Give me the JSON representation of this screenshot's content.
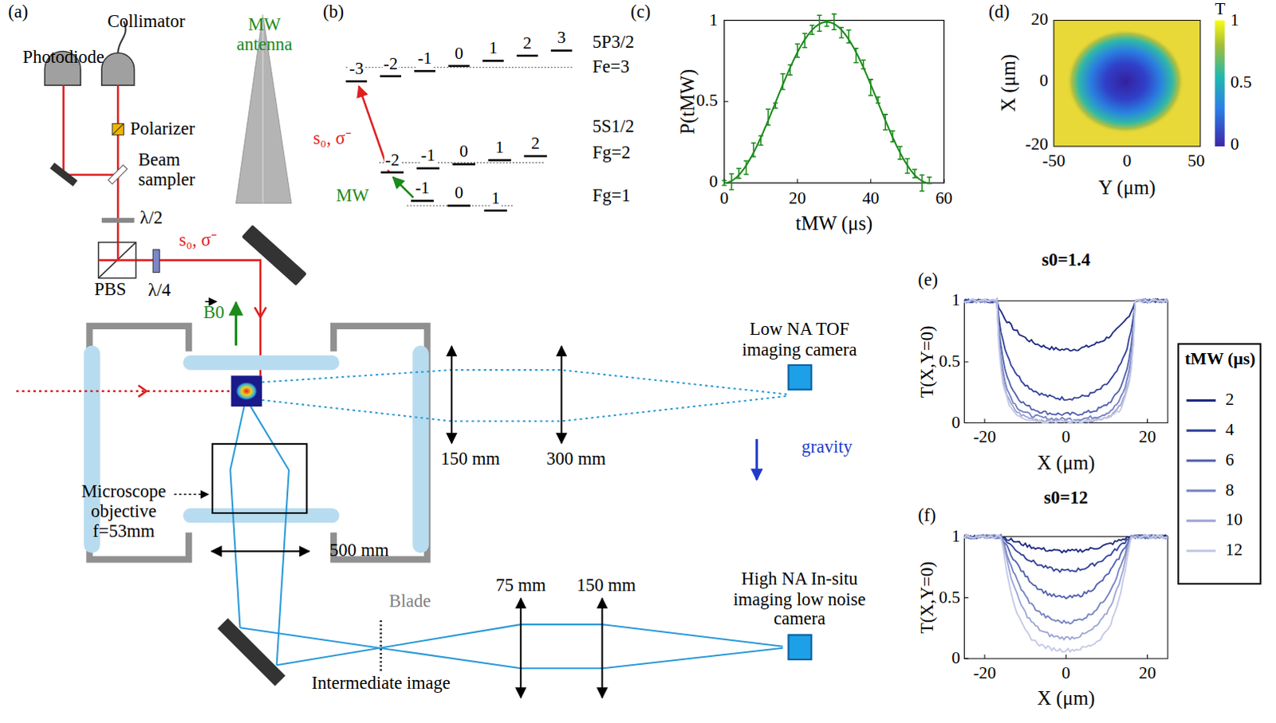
{
  "diagram": {
    "nodes": [
      {
        "text": [
          "Low NA TOF imaging camera"
        ]
      },
      {
        "text": [
          "Microscope objective f=53mm"
        ]
      },
      {
        "text": [
          "High NA In-situ imaging low noise camera"
        ]
      }
    ],
    "labels": [
      "(a)",
      "Collimator",
      "Photodiode",
      "MW antenna",
      "Polarizer",
      "Beam sampler",
      "λ/2",
      "PBS",
      "λ/4",
      "s₀, σ⁻",
      "B0",
      "150 mm",
      "300 mm",
      "gravity",
      "500 mm",
      "Blade",
      "Intermediate image",
      "75 mm",
      "150 mm",
      "(b)",
      "-3",
      "-2",
      "-1",
      "0",
      "1",
      "2",
      "3",
      "5P3/2",
      "Fe=3",
      "5S1/2",
      "Fg=2",
      "-2",
      "-1",
      "0",
      "1",
      "2",
      "-1",
      "0",
      "1",
      "Fg=1",
      "s₀, σ⁻",
      "MW",
      "(c)",
      "P(tMW)",
      "0",
      "0.5",
      "1",
      "0",
      "20",
      "40",
      "60",
      "tMW (μs)",
      "(d)",
      "20",
      "0",
      "-20",
      "X (μm)",
      "-50",
      "0",
      "50",
      "Y (μm)",
      "T",
      "1",
      "0.5",
      "0",
      "(e)",
      "s0=1.4",
      "1",
      "0.5",
      "0",
      "T(X,Y=0)",
      "-20",
      "0",
      "20",
      "X (μm)",
      "(f)",
      "s0=12",
      "1",
      "0.5",
      "0",
      "T(X,Y=0)",
      "-20",
      "0",
      "20",
      "X (μm)",
      "tMW (μs)"
    ],
    "legend": [
      {
        "text": "2"
      },
      {
        "text": "4"
      },
      {
        "text": "6"
      },
      {
        "text": "8"
      },
      {
        "text": "10"
      },
      {
        "text": "12"
      }
    ]
  }
}
